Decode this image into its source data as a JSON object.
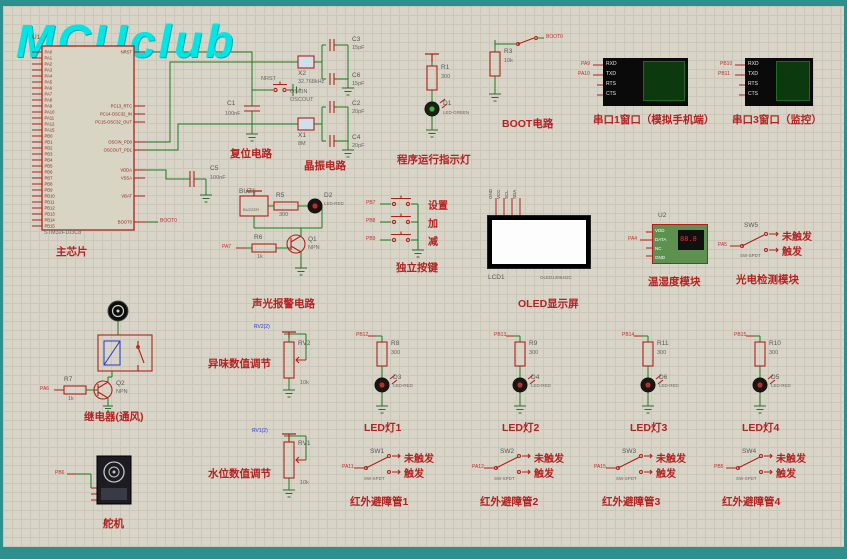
{
  "logo": {
    "text": "MCUclub",
    "color": "#00e6e6"
  },
  "colors": {
    "canvas_bg": "#d8d5c8",
    "grid": "#cac7b8",
    "component_red": "#b02018",
    "wire_green": "#1a7a1a",
    "caption_red": "#b42222",
    "net_blue": "#2437c8",
    "frame_teal": "#2e8f8f"
  },
  "mcu": {
    "ref": "U1",
    "part": "STM32F103C8",
    "caption": "主芯片",
    "left_pins": [
      "PA0",
      "PA1",
      "PA2",
      "PA3",
      "PA4",
      "PA5",
      "PA6",
      "PA7",
      "PA8",
      "PA9",
      "PA10",
      "PA11",
      "PA12",
      "PA15",
      "PB0",
      "PB1",
      "PB2",
      "PB3",
      "PB4",
      "PB5",
      "PB6",
      "PB7",
      "PB8",
      "PB9",
      "PB10",
      "PB11",
      "PB12",
      "PB13",
      "PB14",
      "PB15"
    ],
    "right_pins": [
      "NRST",
      "PC13_RTC",
      "PC14-OSC32_IN",
      "PC15-OSC32_OUT",
      "OSCIN_PD0",
      "OSCOUT_PD1",
      "VDDA",
      "VSSA",
      "VBAT",
      "BOOT0"
    ],
    "boot_net": "BOOT0"
  },
  "decoup": {
    "ref": "C5",
    "val": "100nF"
  },
  "reset": {
    "caption": "复位电路",
    "c_ref": "C1",
    "c_val": "100nF",
    "net": "NRST"
  },
  "osc": {
    "caption": "晶振电路",
    "x2": "X2",
    "x2_val": "32.768kHz",
    "c3": "C3",
    "c3_val": "15pF",
    "c6": "C6",
    "c6_val": "15pF",
    "x1": "X1",
    "x1_val": "8M",
    "c2": "C2",
    "c2_val": "20pF",
    "c4": "C4",
    "c4_val": "20pF",
    "oscin": "OSCIN",
    "oscout": "OSCOUT"
  },
  "runled": {
    "caption": "程序运行指示灯",
    "r": "R1",
    "r_val": "300",
    "d": "D1",
    "d_val": "LED-GREEN"
  },
  "boot": {
    "caption": "BOOT电路",
    "r": "R3",
    "r_val": "10k",
    "net": "BOOT0"
  },
  "uart1": {
    "caption": "串口1窗口（模拟手机端）",
    "net_a": "PA9",
    "net_b": "PA10",
    "pins": [
      "RXD",
      "TXD",
      "RTS",
      "CTS"
    ]
  },
  "uart3": {
    "caption": "串口3窗口（监控）",
    "net_a": "PB10",
    "net_b": "PB11",
    "pins": [
      "RXD",
      "TXD",
      "RTS",
      "CTS"
    ]
  },
  "keys": {
    "caption": "独立按键",
    "items": [
      {
        "net": "PB7",
        "label": "设置"
      },
      {
        "net": "PB8",
        "label": "加"
      },
      {
        "net": "PB9",
        "label": "减"
      }
    ]
  },
  "alarm": {
    "caption": "声光报警电路",
    "buz": "BUZ1",
    "buz_part": "BUZZER",
    "r5": "R5",
    "r5_val": "300",
    "d2": "D2",
    "d2_val": "LED-RED",
    "q1": "Q1",
    "q1_val": "NPN",
    "r6": "R6",
    "r6_val": "1k",
    "net": "PA7"
  },
  "oled": {
    "caption": "OLED显示屏",
    "ref": "LCD1",
    "part": "OLED12864I2C",
    "pins": [
      "GND",
      "VCC",
      "SCL",
      "SDA"
    ]
  },
  "dht": {
    "caption": "温湿度模块",
    "ref": "U2",
    "net": "PA4",
    "pins": [
      "VDD",
      "DATA",
      "NC",
      "GND"
    ],
    "display": "88.8"
  },
  "photo": {
    "caption": "光电检测模块",
    "ref": "SW5",
    "part": "SW-SPDT",
    "state_off": "未触发",
    "state_on": "触发",
    "net": "PA5"
  },
  "odor": {
    "caption": "异味数值调节",
    "ref": "RV2",
    "val": "10k",
    "net": "RV2(2)"
  },
  "water": {
    "caption": "水位数值调节",
    "ref": "RV1",
    "val": "10k",
    "net": "RV1(2)"
  },
  "led_blocks": [
    {
      "caption": "LED灯1",
      "r": "R8",
      "r_val": "300",
      "d": "D3",
      "d_val": "LED-RED",
      "net": "PB12"
    },
    {
      "caption": "LED灯2",
      "r": "R9",
      "r_val": "300",
      "d": "D4",
      "d_val": "LED-RED",
      "net": "PB13"
    },
    {
      "caption": "LED灯3",
      "r": "R11",
      "r_val": "300",
      "d": "D6",
      "d_val": "LED-RED",
      "net": "PB14"
    },
    {
      "caption": "LED灯4",
      "r": "R10",
      "r_val": "300",
      "d": "D5",
      "d_val": "LED-RED",
      "net": "PB15"
    }
  ],
  "ir_blocks": [
    {
      "caption": "红外避障管1",
      "ref": "SW1",
      "part": "SW-SPDT",
      "state_off": "未触发",
      "state_on": "触发",
      "net": "PA11"
    },
    {
      "caption": "红外避障管2",
      "ref": "SW2",
      "part": "SW-SPDT",
      "state_off": "未触发",
      "state_on": "触发",
      "net": "PA12"
    },
    {
      "caption": "红外避障管3",
      "ref": "SW3",
      "part": "SW-SPDT",
      "state_off": "未触发",
      "state_on": "触发",
      "net": "PA15"
    },
    {
      "caption": "红外避障管4",
      "ref": "SW4",
      "part": "SW-SPDT",
      "state_off": "未触发",
      "state_on": "触发",
      "net": "PB5"
    }
  ],
  "relay": {
    "caption": "继电器(通风)",
    "q": "Q2",
    "q_val": "NPN",
    "r": "R7",
    "r_val": "1k",
    "net": "PA6"
  },
  "servo": {
    "caption": "舵机",
    "net": "PB6"
  }
}
